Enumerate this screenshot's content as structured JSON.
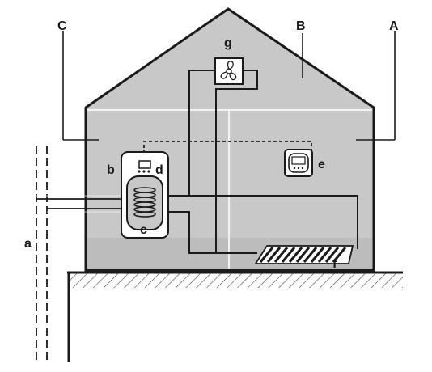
{
  "labels": {
    "A": "A",
    "B": "B",
    "C": "C",
    "a": "a",
    "b": "b",
    "c": "c",
    "d": "d",
    "e": "e",
    "f": "f",
    "g": "g"
  },
  "colors": {
    "house_fill": "#c8c8c8",
    "house_outline": "#1a1a1a",
    "floor_band": "#bdbdbd",
    "wall_divider": "#f2f2f2",
    "pipe": "#1a1a1a",
    "component_fill": "#ffffff"
  },
  "icons": {
    "fan_unit": "fan-icon",
    "thermostat": "thermostat-icon",
    "tank_coil": "coil-icon",
    "underfloor_heating": "underfloor-loop-icon",
    "ground_hatch": "ground-hatch"
  }
}
